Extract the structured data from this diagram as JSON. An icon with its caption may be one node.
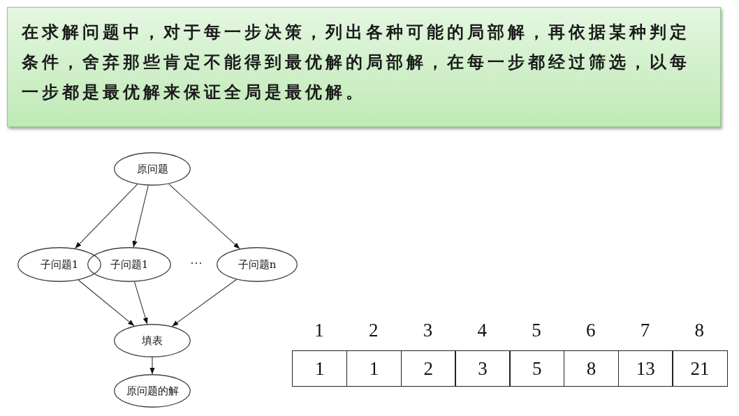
{
  "diagram": {
    "nodes": [
      {
        "text": [
          "在求解问题中，对于每一步决策，列出各种可能的局部解，再依据某种判定条件，舍弃那些肯定不能得到最优解的局部解，在每一步都经过筛选，以每一步都是最优解来保证全局是最优解。"
        ]
      },
      {
        "text": [
          "原问题"
        ]
      },
      {
        "text": [
          "子问题1"
        ]
      },
      {
        "text": [
          "子问题1"
        ]
      },
      {
        "text": [
          "子问题n"
        ]
      },
      {
        "text": [
          "填表"
        ]
      },
      {
        "text": [
          "原问题的解"
        ]
      }
    ],
    "edges": [
      {
        "from": 1,
        "to": 2,
        "arrow": "to"
      },
      {
        "from": 1,
        "to": 3,
        "arrow": "to"
      },
      {
        "from": 1,
        "to": 4,
        "arrow": "to"
      },
      {
        "from": 2,
        "to": 5,
        "arrow": "to"
      },
      {
        "from": 3,
        "to": 5,
        "arrow": "to"
      },
      {
        "from": 4,
        "to": 5,
        "arrow": "to"
      },
      {
        "from": 5,
        "to": 6,
        "arrow": "to"
      }
    ],
    "labels": [
      "...",
      "1",
      "2",
      "3",
      "4",
      "5",
      "6",
      "7",
      "8",
      "1",
      "1",
      "2",
      "3",
      "5",
      "8",
      "13",
      "21"
    ]
  }
}
